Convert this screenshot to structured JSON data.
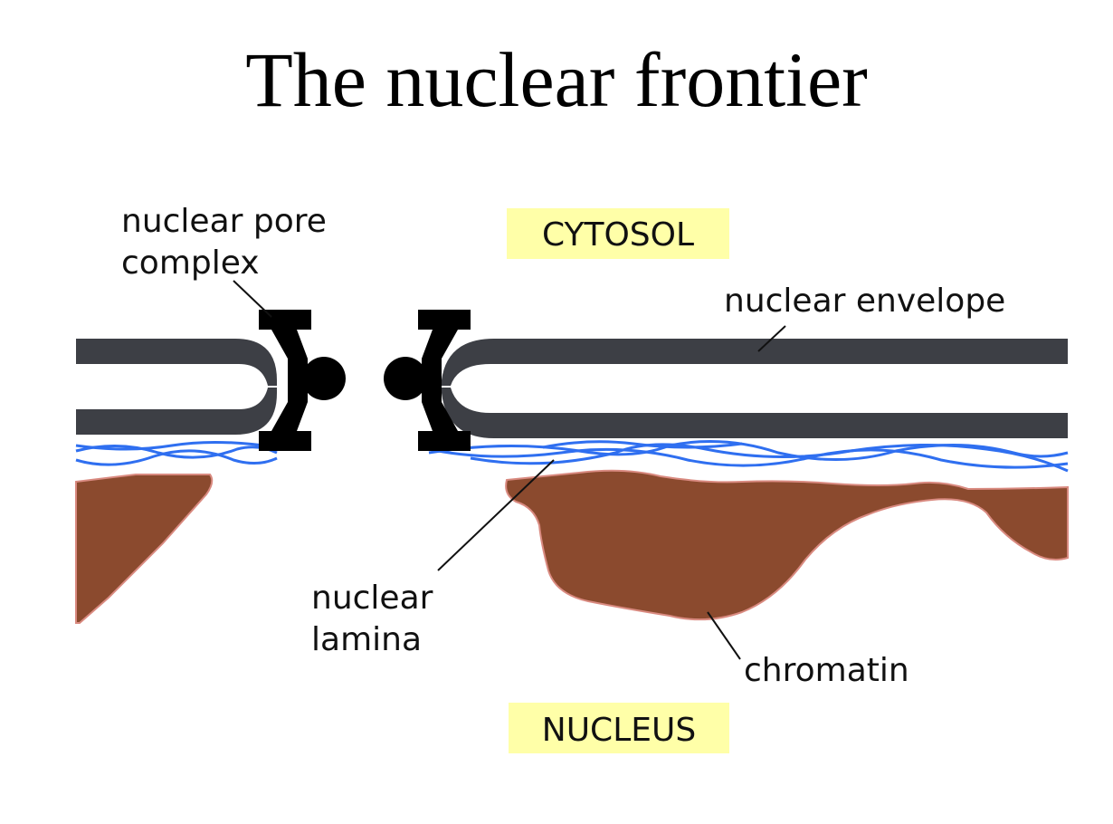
{
  "title": "The nuclear frontier",
  "labels": {
    "cytosol": "CYTOSOL",
    "nucleus": "NUCLEUS",
    "pore_line1": "nuclear pore",
    "pore_line2": "complex",
    "envelope": "nuclear envelope",
    "lamina_line1": "nuclear",
    "lamina_line2": "lamina",
    "chromatin": "chromatin"
  },
  "colors": {
    "membrane": "#3d3f45",
    "pore": "#000000",
    "lamina": "#2f6ff0",
    "chromatin": "#8b4a2e",
    "chromatin_edge": "#d98a80",
    "region_highlight": "#ffffa8"
  }
}
